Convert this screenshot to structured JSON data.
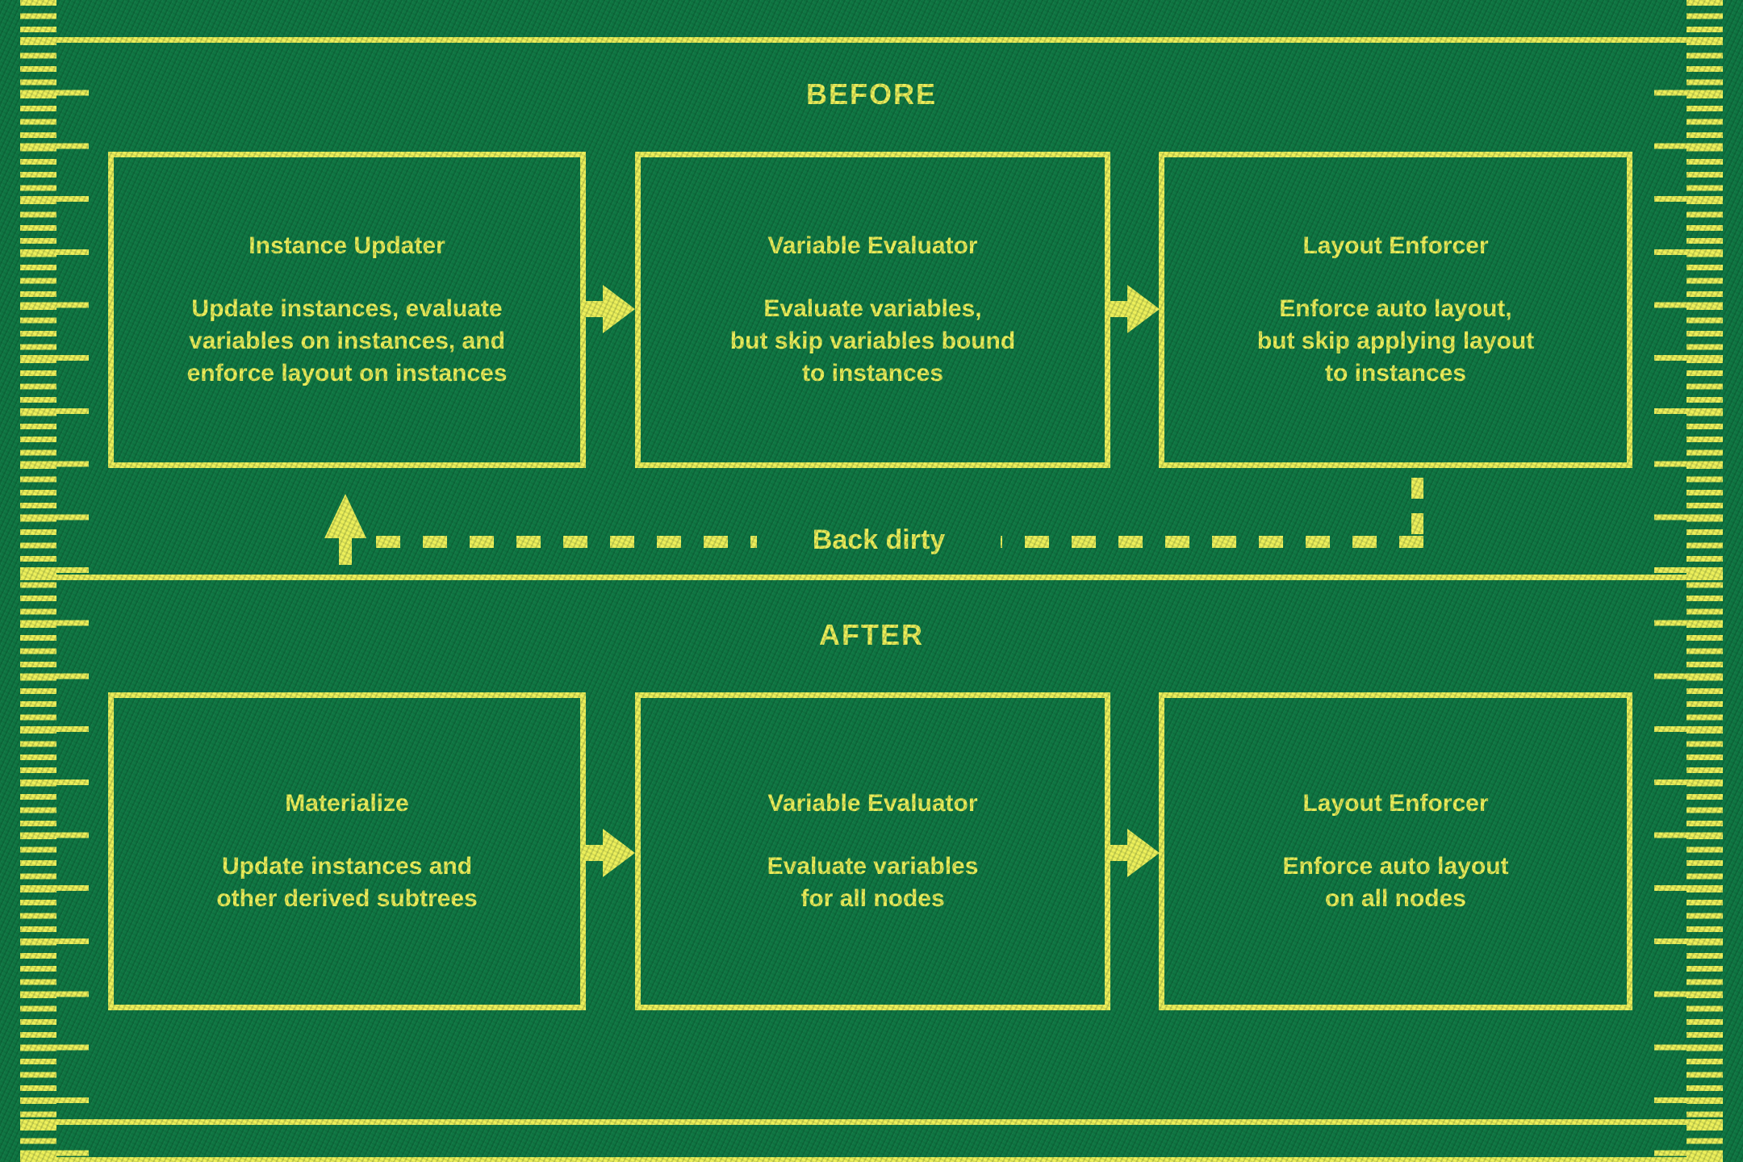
{
  "colors": {
    "background": "#0F7743",
    "accent": "#EDF05A"
  },
  "sections": {
    "before": {
      "label": "BEFORE",
      "boxes": [
        {
          "title": "Instance Updater",
          "body": "Update instances, evaluate\nvariables on instances, and\nenforce layout on instances"
        },
        {
          "title": "Variable Evaluator",
          "body": "Evaluate variables,\nbut skip variables bound\nto instances"
        },
        {
          "title": "Layout Enforcer",
          "body": "Enforce auto layout,\nbut skip applying layout\nto instances"
        }
      ],
      "feedback_label": "Back dirty"
    },
    "after": {
      "label": "AFTER",
      "boxes": [
        {
          "title": "Materialize",
          "body": "Update instances and\nother derived subtrees"
        },
        {
          "title": "Variable Evaluator",
          "body": "Evaluate variables\nfor all nodes"
        },
        {
          "title": "Layout Enforcer",
          "body": "Enforce auto layout\non all nodes"
        }
      ]
    }
  },
  "icons": {
    "flow_arrow": "right-block-arrow",
    "feedback_arrow": "up-block-arrow"
  }
}
